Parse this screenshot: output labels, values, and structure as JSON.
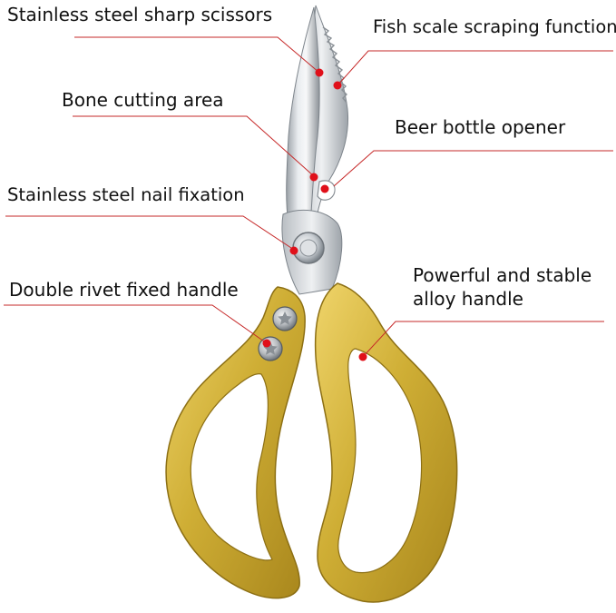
{
  "callouts": {
    "scissors": "Stainless steel sharp scissors",
    "fish_scale": "Fish scale scraping function",
    "bone": "Bone cutting area",
    "opener": "Beer bottle opener",
    "nail": "Stainless steel nail fixation",
    "rivet": "Double rivet fixed handle",
    "handle_line1": "Powerful and stable",
    "handle_line2": "alloy handle"
  },
  "colors": {
    "leader_line": "#c62828",
    "dot": "#e0101a",
    "handle_gold": "#c9a82a",
    "blade_steel": "#c8ccd0"
  }
}
